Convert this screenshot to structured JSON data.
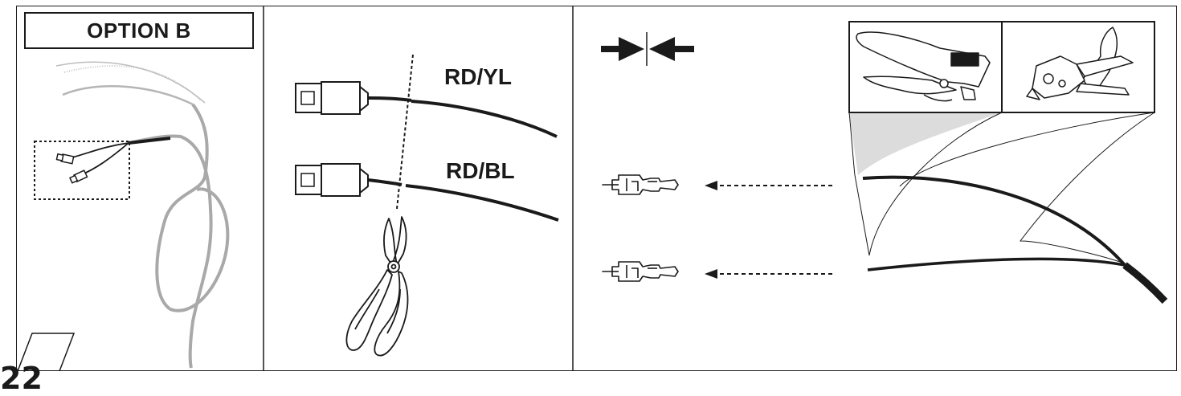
{
  "option_label": "OPTION B",
  "wire_labels": {
    "top": "RD/YL",
    "bottom": "RD/BL"
  },
  "step_number": "22",
  "colors": {
    "line": "#1a1a1a",
    "harness": "#a9a9a9",
    "shade": "#d9d9d9"
  },
  "icons": [
    "connector-plug-icon",
    "cut-line-icon",
    "side-cutter-pliers-icon",
    "crimp-symbol-icon",
    "crimp-terminal-icon",
    "wire-stripper-icon",
    "crimping-tool-icon"
  ]
}
